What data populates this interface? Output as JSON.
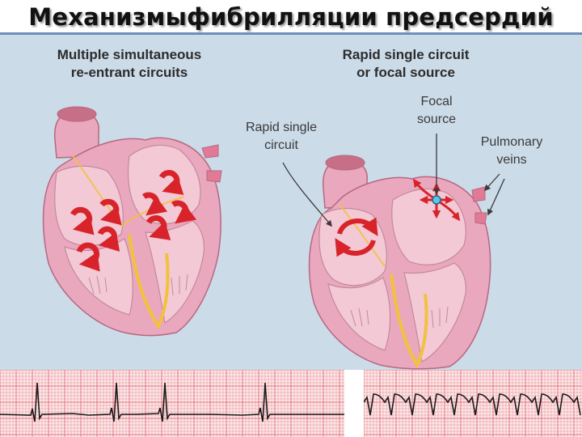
{
  "slide": {
    "title": "Механизмыфибрилляции предсердий"
  },
  "left_panel": {
    "heading_line1": "Multiple simultaneous",
    "heading_line2": "re-entrant circuits"
  },
  "right_panel": {
    "heading_line1": "Rapid single circuit",
    "heading_line2": "or focal source",
    "label_rapid_single_circuit_line1": "Rapid single",
    "label_rapid_single_circuit_line2": "circuit",
    "label_focal_source_line1": "Focal",
    "label_focal_source_line2": "source",
    "label_pulmonary_veins_line1": "Pulmonary",
    "label_pulmonary_veins_line2": "veins"
  },
  "colors": {
    "figure_background": "#cbdbe8",
    "myocardium": "#e9a8bd",
    "chamber": "#f2c9d5",
    "conduction_yellow": "#f2c23c",
    "reentry_red": "#d8232a",
    "focal_dot": "#5fc3e6",
    "ecg_grid": "#e7737e",
    "ecg_trace": "#1a1a1a"
  }
}
